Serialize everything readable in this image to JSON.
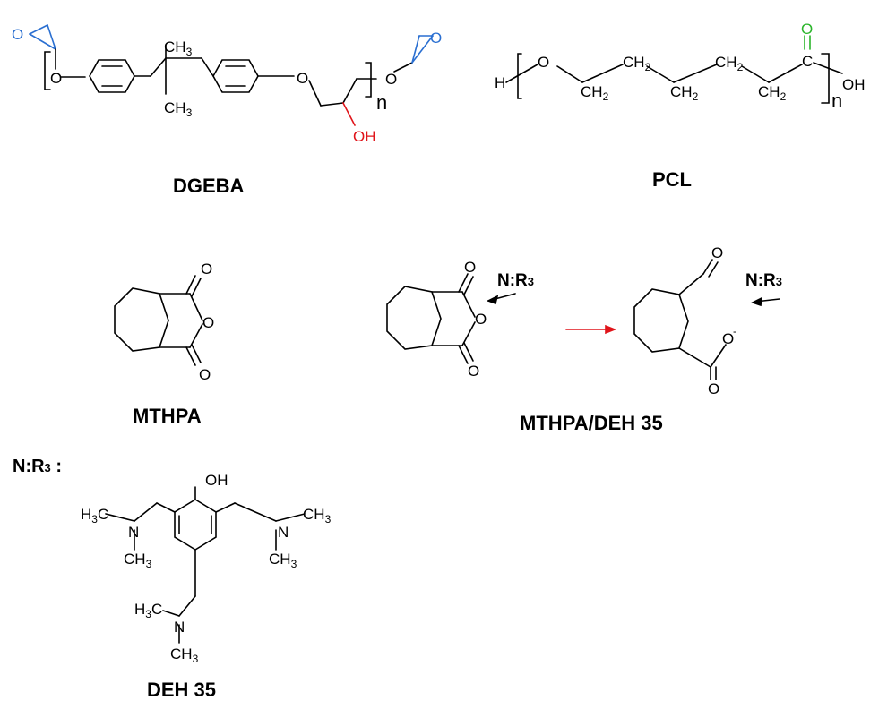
{
  "colors": {
    "bond": "#000000",
    "epoxide": "#2a6fd1",
    "hydroxyl": "#e0141a",
    "carbonyl": "#2bb52b",
    "arrow_reaction": "#e0141a"
  },
  "labels": {
    "dgeba": "DGEBA",
    "pcl": "PCL",
    "mthpa": "MTHPA",
    "mthpa_deh": "MTHPA/DEH 35",
    "deh": "DEH 35",
    "nr3_header": "N:R",
    "nr3_header_sub": "3",
    "nr3_header_colon": " :",
    "nr3": "N:R",
    "nr3_sub": "3"
  },
  "atoms": {
    "O": "O",
    "OH": "OH",
    "H": "H",
    "n": "n",
    "CH3": "CH",
    "CH2": "CH",
    "H3C": "H",
    "C": "C",
    "sub2": "2",
    "sub3": "3",
    "neg": "-"
  }
}
